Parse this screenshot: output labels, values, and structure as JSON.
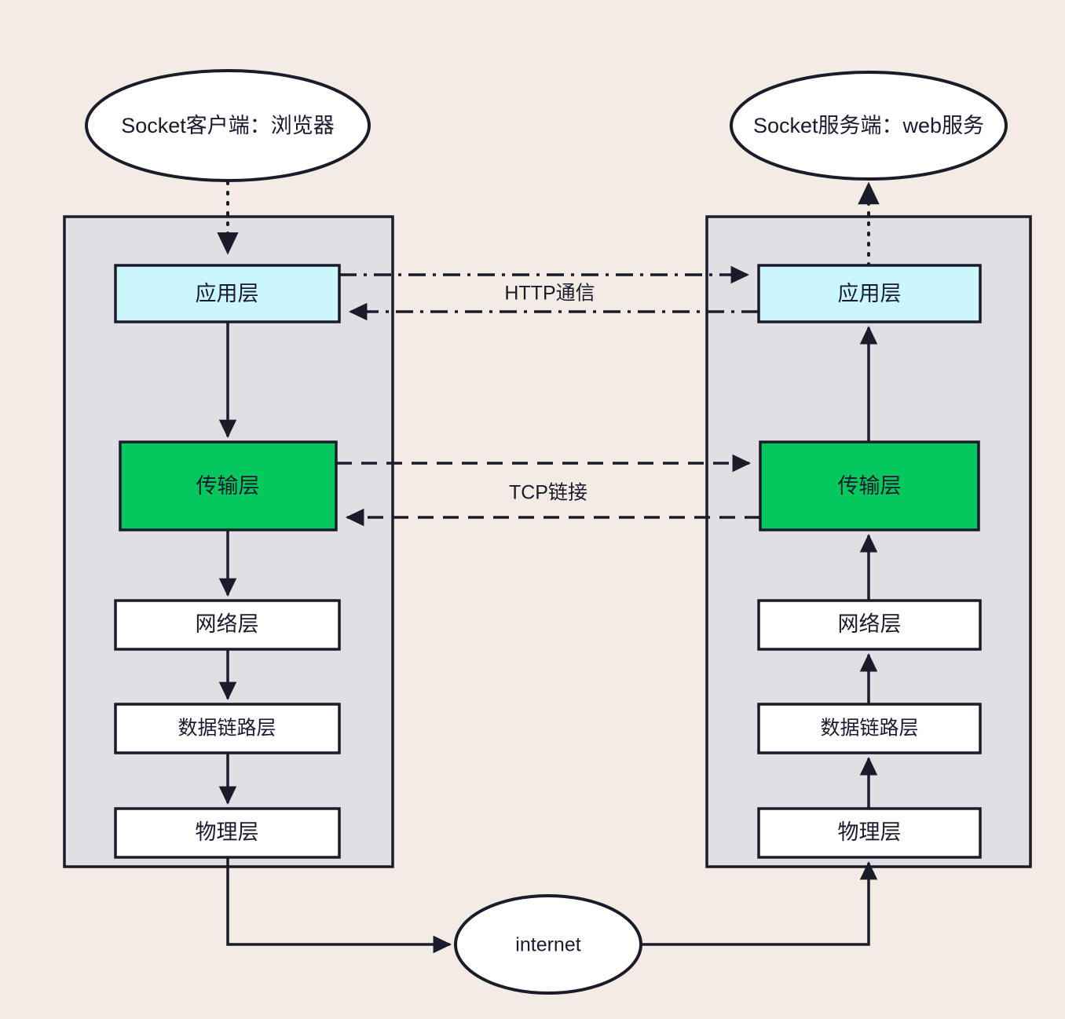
{
  "diagram": {
    "title": "Socket / TCP-IP layered communication diagram",
    "background_color": "#f2ece4",
    "panel_color": "#e0e0e4",
    "app_layer_color": "#c9f7fb",
    "transport_layer_color": "#04c85e",
    "stroke_color": "#1b1b2a"
  },
  "endpoints": {
    "client": "Socket客户端：浏览器",
    "server": "Socket服务端：web服务",
    "network_cloud": "internet"
  },
  "client_stack": {
    "layers": [
      {
        "id": "application",
        "label": "应用层",
        "style": "app"
      },
      {
        "id": "transport",
        "label": "传输层",
        "style": "transport"
      },
      {
        "id": "network",
        "label": "网络层",
        "style": "plain"
      },
      {
        "id": "datalink",
        "label": "数据链路层",
        "style": "plain"
      },
      {
        "id": "physical",
        "label": "物理层",
        "style": "plain"
      }
    ]
  },
  "server_stack": {
    "layers": [
      {
        "id": "application",
        "label": "应用层",
        "style": "app"
      },
      {
        "id": "transport",
        "label": "传输层",
        "style": "transport"
      },
      {
        "id": "network",
        "label": "网络层",
        "style": "plain"
      },
      {
        "id": "datalink",
        "label": "数据链路层",
        "style": "plain"
      },
      {
        "id": "physical",
        "label": "物理层",
        "style": "plain"
      }
    ]
  },
  "peer_links": [
    {
      "id": "http",
      "label": "HTTP通信",
      "line_style": "dash-dot",
      "between": [
        "client.application",
        "server.application"
      ],
      "direction": "bidirectional"
    },
    {
      "id": "tcp",
      "label": "TCP链接",
      "line_style": "dashed",
      "between": [
        "client.transport",
        "server.transport"
      ],
      "direction": "bidirectional"
    }
  ]
}
